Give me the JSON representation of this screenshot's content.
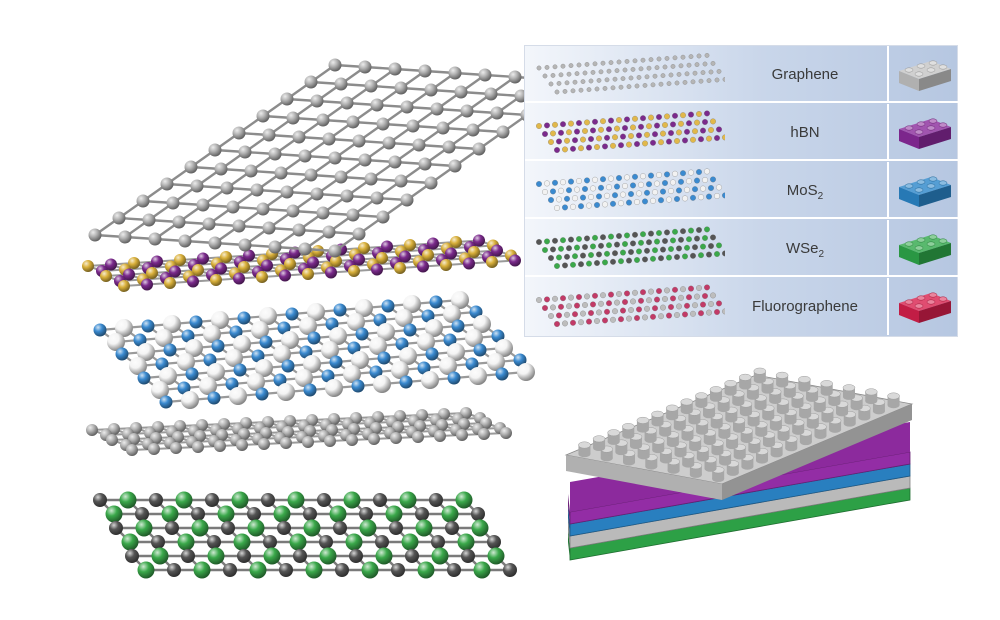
{
  "legend": {
    "rows": [
      {
        "id": "graphene",
        "label": "Graphene",
        "sub": "",
        "tail": "",
        "color": "#c4c4c4",
        "atom_a": "#b5b5b5",
        "atom_b": "#b5b5b5",
        "brick_icon": "gray-brick-icon"
      },
      {
        "id": "hbn",
        "label": "hBN",
        "sub": "",
        "tail": "",
        "color": "#8a2a9b",
        "atom_a": "#e1b84a",
        "atom_b": "#7b2a8c",
        "brick_icon": "purple-brick-icon"
      },
      {
        "id": "mos2",
        "label": "MoS",
        "sub": "2",
        "tail": "",
        "color": "#2b86c9",
        "atom_a": "#3a8ad0",
        "atom_b": "#f2f2f2",
        "brick_icon": "blue-brick-icon"
      },
      {
        "id": "wse2",
        "label": "WSe",
        "sub": "2",
        "tail": "",
        "color": "#2fa84a",
        "atom_a": "#555555",
        "atom_b": "#3aa84a",
        "brick_icon": "green-brick-icon"
      },
      {
        "id": "fluorographene",
        "label": "Fluorographene",
        "sub": "",
        "tail": "",
        "color": "#d8204d",
        "atom_a": "#bdbdbd",
        "atom_b": "#c23a67",
        "brick_icon": "red-brick-icon"
      }
    ]
  },
  "molecular_stack": {
    "layers": [
      {
        "id": "graphene-top",
        "material": "Graphene",
        "atom": "#b3b3b3"
      },
      {
        "id": "hbn",
        "material": "hBN",
        "atom_a": "#d9b03a",
        "atom_b": "#7b2a8c"
      },
      {
        "id": "mos2",
        "material": "MoS2",
        "atom_a": "#3a8ad0",
        "atom_b": "#f4f4f4"
      },
      {
        "id": "graphene-mid",
        "material": "Graphene",
        "atom": "#b3b3b3"
      },
      {
        "id": "wse2",
        "material": "WSe2",
        "atom_a": "#555555",
        "atom_b": "#3aa84a"
      }
    ]
  },
  "brick_stack": {
    "top": {
      "material": "Graphene",
      "color": "#c4c4c4"
    },
    "slabs": [
      {
        "material": "hBN",
        "color": "#9b2fae"
      },
      {
        "material": "MoS2",
        "color": "#2b86c9"
      },
      {
        "material": "Graphene",
        "color": "#c4c4c4"
      },
      {
        "material": "WSe2",
        "color": "#2fa84a"
      }
    ]
  }
}
